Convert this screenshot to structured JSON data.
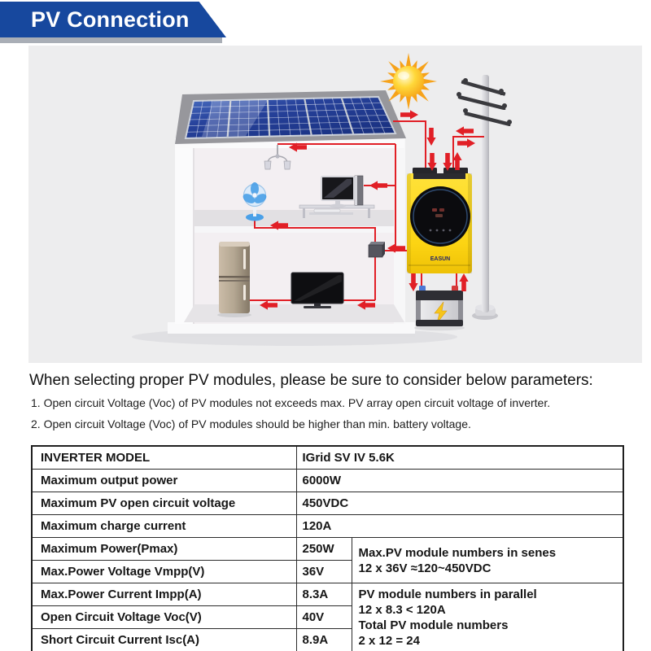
{
  "header": {
    "title": "PV Connection"
  },
  "intro": {
    "heading": "When selecting proper PV modules, please be sure to consider below parameters:",
    "points": [
      "1. Open circuit Voltage (Voc) of PV modules not exceeds max. PV array open circuit voltage of inverter.",
      "2. Open circuit Voltage (Voc) of PV modules should be higher than min. battery voltage."
    ]
  },
  "table": {
    "model_row": {
      "label": "INVERTER MODEL",
      "value": "IGrid SV IV 5.6K"
    },
    "rows_full": [
      {
        "label": "Maximum output power",
        "value": "6000W"
      },
      {
        "label": "Maximum PV open circuit voltage",
        "value": "450VDC"
      },
      {
        "label": "Maximum charge current",
        "value": "120A"
      }
    ],
    "rows_series": [
      {
        "label": "Maximum Power(Pmax)",
        "value": "250W"
      },
      {
        "label": "Max.Power Voltage Vmpp(V)",
        "value": "36V"
      }
    ],
    "series_info": "Max.PV module numbers in senes\n12 x 36V ≈120~450VDC",
    "rows_parallel": [
      {
        "label": "Max.Power Current Impp(A)",
        "value": "8.3A"
      },
      {
        "label": "Open Circuit Voltage Voc(V)",
        "value": "40V"
      },
      {
        "label": "Short Circuit Current Isc(A)",
        "value": "8.9A"
      }
    ],
    "parallel_info": "PV module numbers in parallel\n12 x 8.3 < 120A\nTotal PV module numbers\n2 x 12 = 24"
  },
  "diagram": {
    "inverter_logo": "EASUN"
  },
  "colors": {
    "banner_blue": "#17489e",
    "accent_red": "#e11f26",
    "inverter_yellow": "#ffd90f",
    "panel_blue": "#1d3a8f",
    "illustration_bg": "#ededee"
  }
}
